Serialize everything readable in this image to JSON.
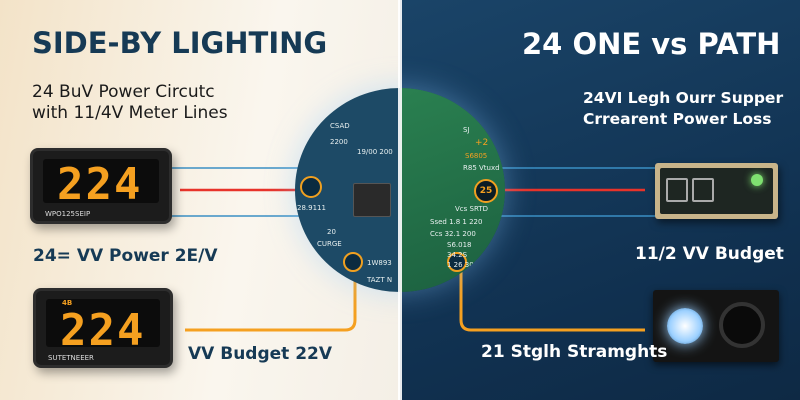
{
  "left": {
    "title": "SIDE-BY LIGHTING",
    "subtitle_line1": "24 BuV Power Circutc",
    "subtitle_line2": "with 11/4V Meter Lines",
    "meter1": {
      "display": "224",
      "label": "WPO125SEIP",
      "caption": "24= VV Power 2E/V"
    },
    "meter2": {
      "display": "224",
      "label": "SUTETNEEER",
      "badge": "4B",
      "caption": "VV Budget 22V"
    }
  },
  "right": {
    "title": "24 ONE vs PATH",
    "subtitle_line1": "24VI Legh Ourr Supper",
    "subtitle_line2": "Crrearent Power Loss",
    "device1_caption": "11/2  VV Budget",
    "device2_caption": "21 Stglh Stramghts"
  },
  "pcb": {
    "labels_left": [
      "CSAD",
      "2200",
      "19/00 200",
      "28.9111",
      "20",
      "CURGE",
      "1W893",
      "TAZT N"
    ],
    "labels_right": [
      "SJ",
      "+2",
      "S6805",
      "R85 Vtuxd",
      "25",
      "Vcs SRTD",
      "Ssed 1.8 1 220",
      "Ccs 32.1 200",
      "S6.018",
      "34.2S",
      "1 26 306"
    ]
  },
  "colors": {
    "red_wire": "#e8332a",
    "blue_wire": "#3a8fc4",
    "orange_wire": "#f5a020",
    "navy": "#163a55"
  }
}
